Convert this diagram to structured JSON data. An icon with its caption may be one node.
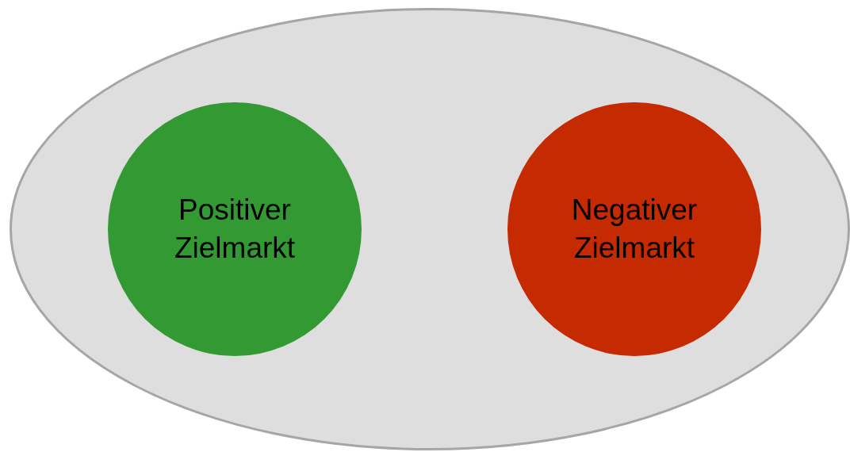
{
  "diagram": {
    "nodes": [
      {
        "text": [],
        "shape": "ellipse"
      },
      {
        "text": [
          "Positiver Zielmarkt"
        ],
        "in": 0
      },
      {
        "text": [
          "Negativer Zielmarkt"
        ],
        "in": 0
      }
    ]
  }
}
